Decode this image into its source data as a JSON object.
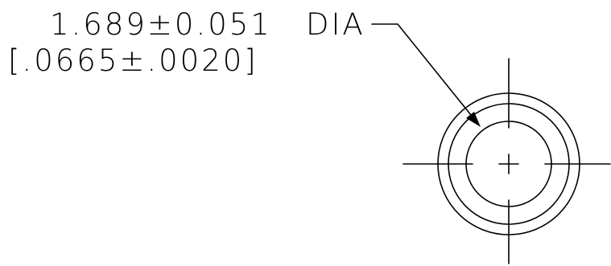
{
  "dimension": {
    "metric": "1.689±0.051",
    "suffix": "DIA",
    "imperial": "[.0665±.0020]"
  },
  "colors": {
    "ink": "#000000",
    "background": "#ffffff"
  }
}
